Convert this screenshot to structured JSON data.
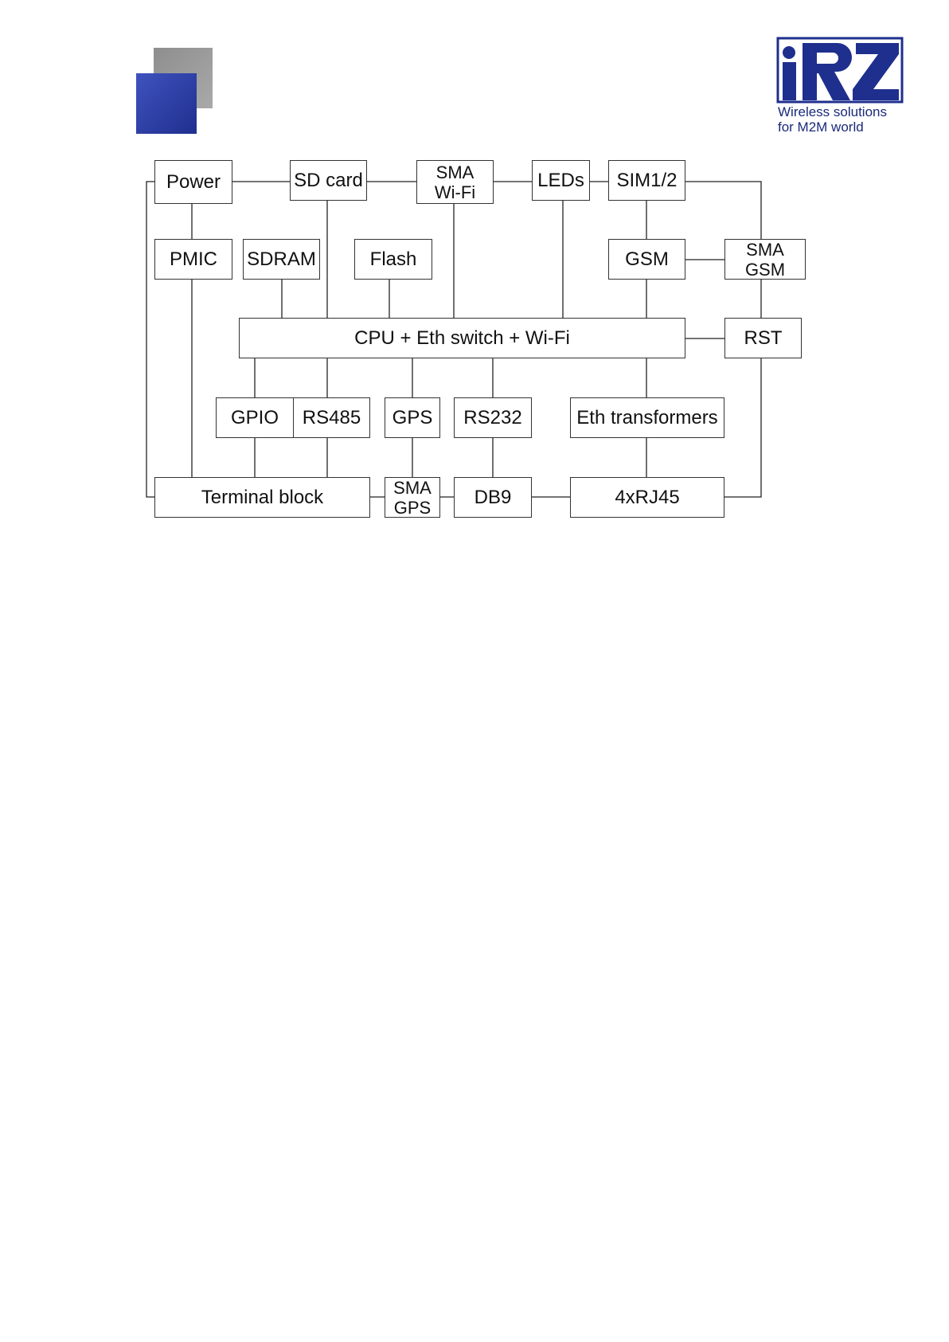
{
  "logo": {
    "brand": "iRZ",
    "tagline_line1": "Wireless solutions",
    "tagline_line2": "for M2M world",
    "colors": {
      "navy": "#1f2f8e",
      "blue": "#3f53bf",
      "gray": "#9a9a9a"
    }
  },
  "diagram": {
    "blocks": {
      "power": "Power",
      "sd_card": "SD card",
      "sma_wifi": "SMA\nWi-Fi",
      "leds": "LEDs",
      "sim": "SIM1/2",
      "pmic": "PMIC",
      "sdram": "SDRAM",
      "flash": "Flash",
      "gsm": "GSM",
      "sma_gsm": "SMA\nGSM",
      "cpu": "CPU + Eth switch + Wi-Fi",
      "rst": "RST",
      "gpio": "GPIO",
      "rs485": "RS485",
      "gps": "GPS",
      "rs232": "RS232",
      "eth_transformers": "Eth transformers",
      "terminal_block": "Terminal block",
      "sma_gps": "SMA\nGPS",
      "db9": "DB9",
      "rj45": "4xRJ45"
    }
  }
}
